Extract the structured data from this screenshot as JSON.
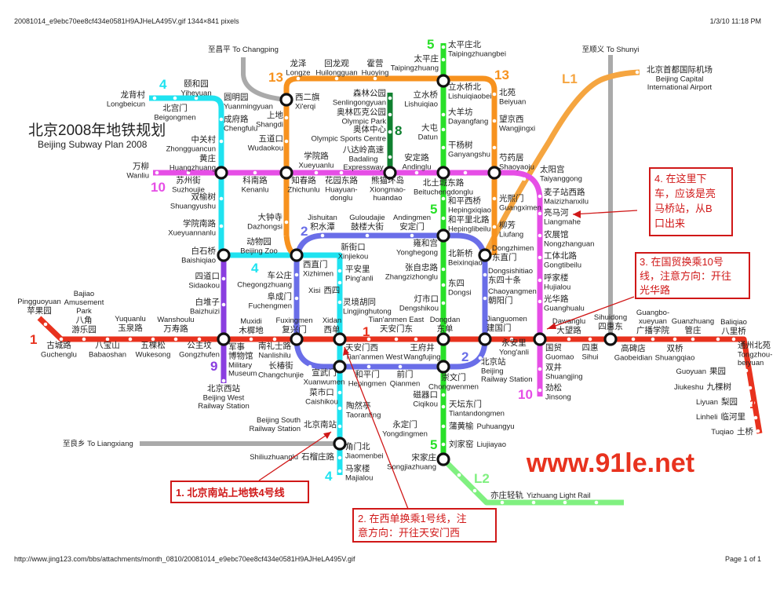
{
  "header": {
    "filename": "20081014_e9ebc70ee8cf434e0581H9AJHeLA495V.gif 1344×841 pixels",
    "datetime": "1/3/10 11:18 PM"
  },
  "footer": {
    "url": "http://www.jing123.com/bbs/attachments/month_0810/20081014_e9ebc70ee8cf434e0581H9AJHeLA495V.gif",
    "page": "Page 1 of 1"
  },
  "title": {
    "zh": "北京2008年地铁规划",
    "en": "Beijing Subway Plan 2008"
  },
  "watermark": "www.91le.net",
  "destinations": {
    "changping": "至昌平 To Changping",
    "shunyi": "至顺义 To Shunyi",
    "liangxiang": "至良乡 To Liangxiang"
  },
  "lines": {
    "l1": {
      "label": "1",
      "color": "#e8321e"
    },
    "l2": {
      "label": "2",
      "color": "#6a6ee8"
    },
    "l4": {
      "label": "4",
      "color": "#1fe3f0"
    },
    "l5": {
      "label": "5",
      "color": "#28e028"
    },
    "l8": {
      "label": "8",
      "color": "#108030"
    },
    "l9": {
      "label": "9",
      "color": "#8a3ee0"
    },
    "l10": {
      "label": "10",
      "color": "#e64ee6"
    },
    "l13": {
      "label": "13",
      "color": "#f7921e"
    },
    "airport": {
      "label": "L1",
      "color": "#f5a540"
    },
    "yizhuang": {
      "label": "L2",
      "color": "#80f080"
    }
  },
  "stations": {
    "longze": {
      "zh": "龙泽",
      "en": "Longze"
    },
    "huilongguan": {
      "zh": "回龙观",
      "en": "Huilongguan"
    },
    "huoying": {
      "zh": "霍营",
      "en": "Huoying"
    },
    "yiheyuan": {
      "zh": "颐和园",
      "en": "Yiheyuan"
    },
    "longbeicun": {
      "zh": "龙背村",
      "en": "Longbeicun"
    },
    "beigongmen": {
      "zh": "北宫门",
      "en": "Beigongmen"
    },
    "yuanmingyuan": {
      "zh": "圆明园",
      "en": "Yuanmingyuan"
    },
    "xierqi": {
      "zh": "西二旗",
      "en": "Xi'erqi"
    },
    "senlingongyuan": {
      "zh": "森林公园",
      "en": "Senlingongyuan"
    },
    "olympicpark": {
      "zh": "奥林匹克公园",
      "en": "Olympic Park"
    },
    "olympiccentre": {
      "zh": "奥体中心",
      "en": "Olympic Sports Centre"
    },
    "badaling": {
      "zh": "八达岭高速",
      "en": [
        "Badaling",
        "Expressway"
      ]
    },
    "chengfulu": {
      "zh": "成府路",
      "en": "Chengfulu"
    },
    "shangdi": {
      "zh": "上地",
      "en": "Shangdi"
    },
    "wudaokou": {
      "zh": "五道口",
      "en": "Wudaokou"
    },
    "zhongguancun": {
      "zh": "中关村",
      "en": "Zhongguancun"
    },
    "huangzhuang": {
      "zh": "黄庄",
      "en": "Huangzhuang"
    },
    "wanliu": {
      "zh": "万柳",
      "en": "Wanliu"
    },
    "suzhoujie": {
      "zh": "苏州街",
      "en": "Suzhoujie"
    },
    "shuangyushu": {
      "zh": "双榆树",
      "en": "Shuangyushu"
    },
    "xueyuannanlu": {
      "zh": "学院南路",
      "en": "Xueyuannanlu"
    },
    "kenanlu": {
      "zh": "科南路",
      "en": "Kenanlu"
    },
    "zhichunlu": {
      "zh": "知春路",
      "en": "Zhichunlu"
    },
    "xueyuanlu": {
      "zh": "学院路",
      "en": "Xueyuanlu"
    },
    "huayuandonglu": {
      "zh": "花园东路",
      "en": [
        "Huayuan-",
        "donglu"
      ]
    },
    "xiongmao": {
      "zh": "熊猫环岛",
      "en": [
        "Xiongmao-",
        "huandao"
      ]
    },
    "dazhongsi": {
      "zh": "大钟寺",
      "en": "Dazhongsi"
    },
    "zoo": {
      "zh": "动物园",
      "en": "Beijing Zoo"
    },
    "baishiqiao": {
      "zh": "白石桥",
      "en": "Baishiqiao"
    },
    "jishuitan": {
      "zh": "积水潭",
      "en": "Jishuitan"
    },
    "guloudajie": {
      "zh": "鼓楼大街",
      "en": "Guloudajie"
    },
    "xinjiekou": {
      "zh": "新街口",
      "en": "Xinjiekou"
    },
    "taipingzhuangbei": {
      "zh": "太平庄北",
      "en": "Taipingzhuangbei"
    },
    "taipingzhuang": {
      "zh": "太平庄",
      "en": "Taipingzhuang"
    },
    "lishuiqiaobei": {
      "zh": "立水桥北",
      "en": "Lishuiqiaobei"
    },
    "lishuiqiao": {
      "zh": "立水桥",
      "en": "Lishuiqiao"
    },
    "beiyuan": {
      "zh": "北苑",
      "en": "Beiyuan"
    },
    "dayangfang": {
      "zh": "大羊坊",
      "en": "Dayangfang"
    },
    "wangjingxi": {
      "zh": "望京西",
      "en": "Wangjingxi"
    },
    "datun": {
      "zh": "大屯",
      "en": "Datun"
    },
    "ganyangshu": {
      "zh": "干杨树",
      "en": "Ganyangshu"
    },
    "andinglu": {
      "zh": "安定路",
      "en": "Andinglu"
    },
    "shaoyaoju": {
      "zh": "芍药居",
      "en": "Shaoyaoju"
    },
    "taiyanggong": {
      "zh": "太阳宫",
      "en": "Taiyanggong"
    },
    "airport": {
      "zh": "北京首都国际机场",
      "en": [
        "Beijing Capital",
        "International Airport"
      ]
    },
    "beituchengdonglu": {
      "zh": "北土城东路",
      "en": "Beituchengdonglu"
    },
    "hepingxiqiao": {
      "zh": "和平西桥",
      "en": "Hepingxiqiao"
    },
    "hepinglibeilu": {
      "zh": "和平里北路",
      "en": "Hepinglibeilu"
    },
    "guangximen": {
      "zh": "光熙门",
      "en": "Guangximen"
    },
    "liufang": {
      "zh": "柳芳",
      "en": "Liufang"
    },
    "maizizhanxilu": {
      "zh": "麦子站西路",
      "en": "Maizizhanxilu"
    },
    "liangmahe": {
      "zh": "亮马河",
      "en": "Liangmahe"
    },
    "nongzhanguan": {
      "zh": "农展馆",
      "en": "Nongzhanguan"
    },
    "andingmen": {
      "zh": "安定门",
      "en": "Andingmen"
    },
    "yonghegong": {
      "zh": "雍和宫",
      "en": "Yonghegong"
    },
    "beixinqiao": {
      "zh": "北新桥",
      "en": "Beixinqiao"
    },
    "dongzhimen": {
      "zh": "东直门",
      "en": "Dongzhimen"
    },
    "gongtibeilu": {
      "zh": "工体北路",
      "en": "Gongtibeilu"
    },
    "hujialou": {
      "zh": "呼家楼",
      "en": "Hujialou"
    },
    "guanghualu": {
      "zh": "光华路",
      "en": "Guanghualu"
    },
    "zhangzizhonglu": {
      "zh": "张自忠路",
      "en": "Zhangzizhonglu"
    },
    "dongsi": {
      "zh": "东四",
      "en": "Dongsi"
    },
    "dengshikou": {
      "zh": "灯市口",
      "en": "Dengshikou"
    },
    "dongsishitiao": {
      "zh": "东四十条",
      "en": "Dongsishitiao"
    },
    "chaoyangmen": {
      "zh": "朝阳门",
      "en": "Chaoyangmen"
    },
    "jianguomen": {
      "zh": "建国门",
      "en": "Jianguomen"
    },
    "dongdan": {
      "zh": "东单",
      "en": "Dongdan"
    },
    "tiananmeneast": {
      "zh": "天安门东",
      "en": "Tian'anmen East"
    },
    "dawanglu": {
      "zh": "大望路",
      "en": "Dawanglu"
    },
    "sihuidong": {
      "zh": "四惠东",
      "en": "Sihuidong"
    },
    "guangboxueyuan": {
      "zh": "广播学院",
      "en": [
        "Guangbo-",
        "xueyuan"
      ]
    },
    "guanzhuang": {
      "zh": "管庄",
      "en": "Guanzhuang"
    },
    "baliqiao": {
      "zh": "八里桥",
      "en": "Baliqiao"
    },
    "guomao": {
      "zh": "国贸",
      "en": "Guomao"
    },
    "sihui": {
      "zh": "四惠",
      "en": "Sihui"
    },
    "gaobeidian": {
      "zh": "高碑店",
      "en": "Gaobeidian"
    },
    "shuangqiao": {
      "zh": "双桥",
      "en": "Shuangqiao"
    },
    "tongzhoubeiyuan": {
      "zh": "通州北苑",
      "en": [
        "Tongzhou-",
        "beiyuan"
      ]
    },
    "wangfujing": {
      "zh": "王府井",
      "en": "Wangfujing"
    },
    "yonganli": {
      "zh": "永安里",
      "en": "Yong'anli"
    },
    "beijingzhan": {
      "zh": "北京站",
      "en": [
        "Beijing",
        "Railway Station"
      ]
    },
    "guoyuan": {
      "zh": "果园",
      "en": "Guoyuan"
    },
    "jiukeshu": {
      "zh": "九棵树",
      "en": "Jiukeshu"
    },
    "liyuan": {
      "zh": "梨园",
      "en": "Liyuan"
    },
    "linheli": {
      "zh": "临河里",
      "en": "Linheli"
    },
    "tuqiao": {
      "zh": "土桥",
      "en": "Tuqiao"
    },
    "shuangjing": {
      "zh": "双井",
      "en": "Shuangjing"
    },
    "jinsong": {
      "zh": "劲松",
      "en": "Jinsong"
    },
    "chongwenmen": {
      "zh": "崇文门",
      "en": "Chongwenmen"
    },
    "qianmen": {
      "zh": "前门",
      "en": "Qianmen"
    },
    "ciqikou": {
      "zh": "磁器口",
      "en": "Ciqikou"
    },
    "tiantandongmen": {
      "zh": "天坛东门",
      "en": "Tiantandongmen"
    },
    "puhuangyu": {
      "zh": "蒲黄榆",
      "en": "Puhuangyu"
    },
    "yongdingmen": {
      "zh": "永定门",
      "en": "Yongdingmen"
    },
    "liujiayao": {
      "zh": "刘家窑",
      "en": "Liujiayao"
    },
    "songjiazhuang": {
      "zh": "宋家庄",
      "en": "Songjiazhuang"
    },
    "yizhuang": {
      "zh": "亦庄轻轨",
      "en": "Yizhuang Light Rail"
    },
    "pingguoyuan": {
      "zh": "苹果园",
      "en": "Pingguoyuan"
    },
    "bajiao": {
      "zh": [
        "八角",
        "游乐园"
      ],
      "en": [
        "Bajiao",
        "Amusement",
        "Park"
      ]
    },
    "yuquanlu": {
      "zh": "玉泉路",
      "en": "Yuquanlu"
    },
    "wanshoulu": {
      "zh": "万寿路",
      "en": "Wanshoulu"
    },
    "guchenglu": {
      "zh": "古城路",
      "en": "Guchenglu"
    },
    "babaoshan": {
      "zh": "八宝山",
      "en": "Babaoshan"
    },
    "wukesong": {
      "zh": "五棵松",
      "en": "Wukesong"
    },
    "gongzhufen": {
      "zh": "公主坟",
      "en": "Gongzhufen"
    },
    "military": {
      "zh": [
        "军事",
        "博物馆"
      ],
      "en": [
        "Military",
        "Museum"
      ]
    },
    "muxidi": {
      "zh": "木樨地",
      "en": "Muxidi"
    },
    "nanlishilu": {
      "zh": "南礼士路",
      "en": "Nanlishilu"
    },
    "sidaokou": {
      "zh": "四道口",
      "en": "Sidaokou"
    },
    "baiduizi": {
      "zh": "白堆子",
      "en": "Baizhuizi"
    },
    "beijingxi": {
      "zh": "北京西站",
      "en": [
        "Beijing West",
        "Railway Station"
      ]
    },
    "chegongzhuang": {
      "zh": "车公庄",
      "en": "Chegongzhuang"
    },
    "xizhimen": {
      "zh": "西直门",
      "en": "Xizhimen"
    },
    "xisi": {
      "zh": "西四",
      "en": "Xisi"
    },
    "fuchengmen": {
      "zh": "阜成门",
      "en": "Fuchengmen"
    },
    "fuxingmen": {
      "zh": "复兴门",
      "en": "Fuxingmen"
    },
    "xidan": {
      "zh": "西单",
      "en": "Xidan"
    },
    "pinganli": {
      "zh": "平安里",
      "en": "Ping'anli"
    },
    "lingjinghutong": {
      "zh": "灵境胡同",
      "en": "Lingjinghutong"
    },
    "tiananmenwest": {
      "zh": "天安门西",
      "en": "Tian'anmen West"
    },
    "changchunjie": {
      "zh": "长椿街",
      "en": "Changchunjie"
    },
    "xuanwumen": {
      "zh": "宣武门",
      "en": "Xuanwumen"
    },
    "hepingmen": {
      "zh": "和平门",
      "en": "Hepingmen"
    },
    "caishikou": {
      "zh": "菜市口",
      "en": "Caishikou"
    },
    "taoranting": {
      "zh": "陶然亭",
      "en": "Taoranting"
    },
    "beijingnan": {
      "zh": "北京南站",
      "en": [
        "Beijing South",
        "Railway Station"
      ]
    },
    "jiaomenbei": {
      "zh": "角门北",
      "en": "Jiaomenbei"
    },
    "shiliuzhuanglu": {
      "zh": "石榴庄路",
      "en": "Shiliuzhuanglu"
    },
    "majialou": {
      "zh": "马家楼",
      "en": "Majialou"
    }
  },
  "annotations": [
    {
      "lines": [
        "1. 北京南站上地铁4号线"
      ]
    },
    {
      "lines": [
        "2. 在西单换乘1号线，注",
        "意方向：开往天安门西"
      ]
    },
    {
      "lines": [
        "3. 在国贸换乘10号",
        "线，注意方向：开往",
        "光华路"
      ]
    },
    {
      "lines": [
        "4. 在这里下",
        "车，应该是亮",
        "马桥站，从B",
        "口出来"
      ]
    }
  ]
}
